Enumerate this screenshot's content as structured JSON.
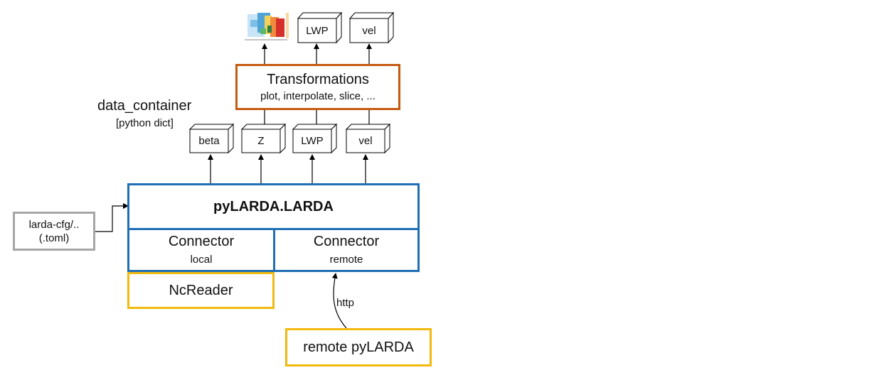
{
  "data_container": {
    "title": "data_container",
    "subtitle": "[python dict]"
  },
  "transformations": {
    "title": "Transformations",
    "subtitle": "plot, interpolate, slice, ..."
  },
  "top_outputs": {
    "lwp": "LWP",
    "vel": "vel"
  },
  "containers": {
    "beta": "beta",
    "z": "Z",
    "lwp": "LWP",
    "vel": "vel"
  },
  "larda": {
    "title": "pyLARDA.LARDA"
  },
  "connector_local": {
    "title": "Connector",
    "subtitle": "local"
  },
  "connector_remote": {
    "title": "Connector",
    "subtitle": "remote"
  },
  "ncreader": {
    "label": "NcReader"
  },
  "remote": {
    "label": "remote pyLARDA",
    "link_label": "http"
  },
  "config": {
    "line1": "larda-cfg/..",
    "line2": "(.toml)"
  },
  "colors": {
    "blue": "#1f6fb5",
    "orange": "#c55a11",
    "yellow": "#f2b90f",
    "gray": "#a6a6a6"
  }
}
